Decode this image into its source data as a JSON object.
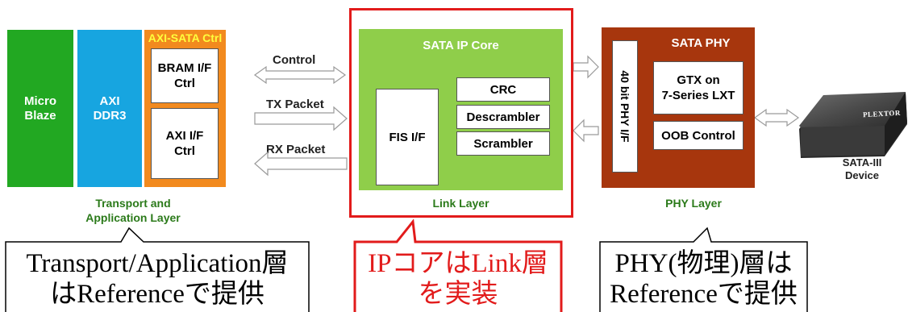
{
  "transport": {
    "microblaze": "Micro\nBlaze",
    "axi_ddr3": "AXI\nDDR3",
    "ctrl_title": "AXI-SATA Ctrl",
    "bram": "BRAM I/F\nCtrl",
    "axi_if": "AXI I/F\nCtrl",
    "layer_label": "Transport and\nApplication Layer"
  },
  "signals": {
    "control": "Control",
    "tx": "TX Packet",
    "rx": "RX Packet"
  },
  "ipcore": {
    "title": "SATA IP Core",
    "fis": "FIS I/F",
    "crc": "CRC",
    "descrambler": "Descrambler",
    "scrambler": "Scrambler",
    "layer_label": "Link Layer"
  },
  "phy": {
    "title": "SATA PHY",
    "phy_if": "40 bit PHY I/F",
    "gtx": "GTX on\n7-Series LXT",
    "oob": "OOB Control",
    "layer_label": "PHY Layer"
  },
  "device": {
    "brand": "PLEXTOR",
    "label": "SATA-III\nDevice"
  },
  "callouts": {
    "left": "Transport/Application層\nはReferenceで提供",
    "middle": "IPコアはLink層\nを実装",
    "right": "PHY(物理)層は\nReferenceで提供"
  },
  "colors": {
    "green": "#22a822",
    "cyan": "#17a5e0",
    "orange": "#f28a1e",
    "lime": "#8fce4a",
    "brown": "#a7360d",
    "highlight": "#e21b1b"
  }
}
